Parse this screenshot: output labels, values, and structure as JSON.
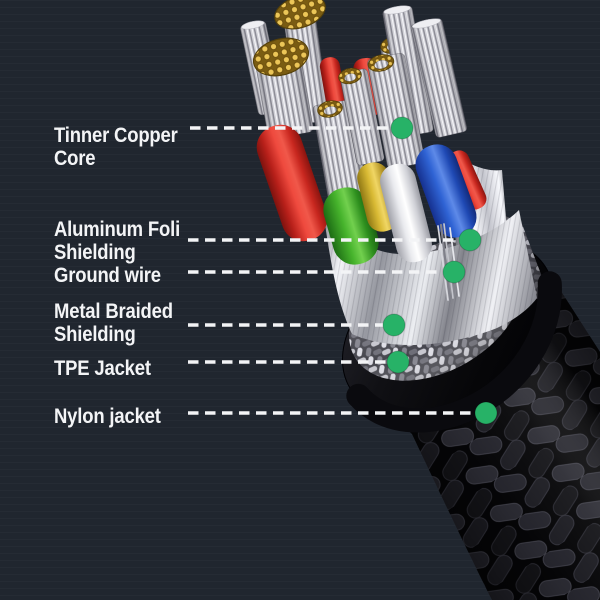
{
  "figure": {
    "kind": "cable-cutaway-diagram",
    "background_color": "#20262f",
    "label_color": "#f3f4f6",
    "dash_color": "#f3f4f6",
    "dot_color": "#27b267"
  },
  "callouts": [
    {
      "id": "tinner-copper-core",
      "line1": "Tinner Copper",
      "line2": "Core"
    },
    {
      "id": "aluminum-foil-shielding",
      "line1": "Aluminum Foli",
      "line2": "Shielding"
    },
    {
      "id": "ground-wire",
      "line1": "Ground wire"
    },
    {
      "id": "metal-braided-shielding",
      "line1": "Metal Braided",
      "line2": "Shielding"
    },
    {
      "id": "tpe-jacket",
      "line1": "TPE Jacket"
    },
    {
      "id": "nylon-jacket",
      "line1": "Nylon jacket"
    }
  ],
  "illustration_parts": {
    "wire_colors": {
      "red": "#e03227",
      "green": "#3aa829",
      "yellow": "#d4b52e",
      "blue": "#2a52c4",
      "white": "#f0f0f2",
      "tinned_strand_silver": "#d3d3d9",
      "copper_tip_gold": "#ecc658"
    },
    "layer_names": [
      "tinned copper core",
      "aluminum foil shielding",
      "ground wire",
      "metal braided shielding",
      "TPE jacket",
      "nylon jacket"
    ]
  }
}
